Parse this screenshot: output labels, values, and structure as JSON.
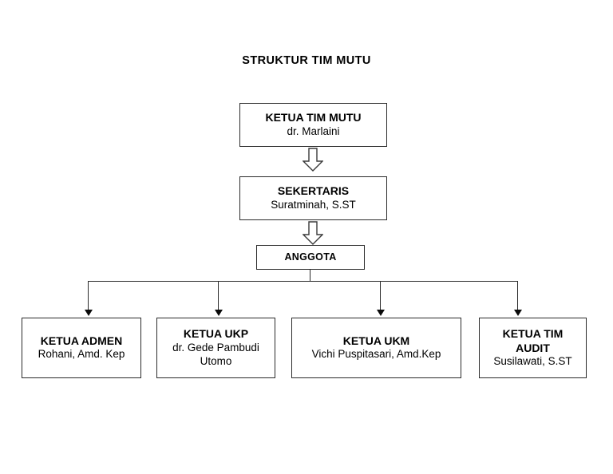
{
  "document": {
    "title": "STRUKTUR TIM MUTU",
    "background_color": "#ffffff",
    "line_color": "#2b2b2b"
  },
  "chart": {
    "type": "organization-chart",
    "levels": [
      {
        "level": 1,
        "nodes": [
          {
            "id": "ketua-tim-mutu",
            "title": "KETUA TIM MUTU",
            "name": "dr. Marlaini"
          }
        ]
      },
      {
        "level": 2,
        "nodes": [
          {
            "id": "sekertaris",
            "title": "SEKERTARIS",
            "name": "Suratminah, S.ST"
          }
        ]
      },
      {
        "level": 3,
        "nodes": [
          {
            "id": "anggota",
            "title": "ANGGOTA",
            "name": ""
          }
        ]
      },
      {
        "level": 4,
        "nodes": [
          {
            "id": "ketua-admen",
            "title": "KETUA ADMEN",
            "name": "Rohani, Amd. Kep"
          },
          {
            "id": "ketua-ukp",
            "title": "KETUA UKP",
            "name": "dr. Gede Pambudi Utomo"
          },
          {
            "id": "ketua-ukm",
            "title": "KETUA UKM",
            "name": "Vichi Puspitasari, Amd.Kep"
          },
          {
            "id": "ketua-tim-audit",
            "title": "KETUA TIM\nAUDIT",
            "name": "Susilawati, S.ST"
          }
        ]
      }
    ],
    "connectors": [
      {
        "id": "arrow-ketua-to-sekertaris",
        "style": "hollow-block-arrow-down"
      },
      {
        "id": "arrow-sekertaris-to-anggota",
        "style": "hollow-block-arrow-down"
      },
      {
        "id": "anggota-to-children",
        "style": "branching-lines-with-arrowheads",
        "branches": 4
      }
    ]
  }
}
